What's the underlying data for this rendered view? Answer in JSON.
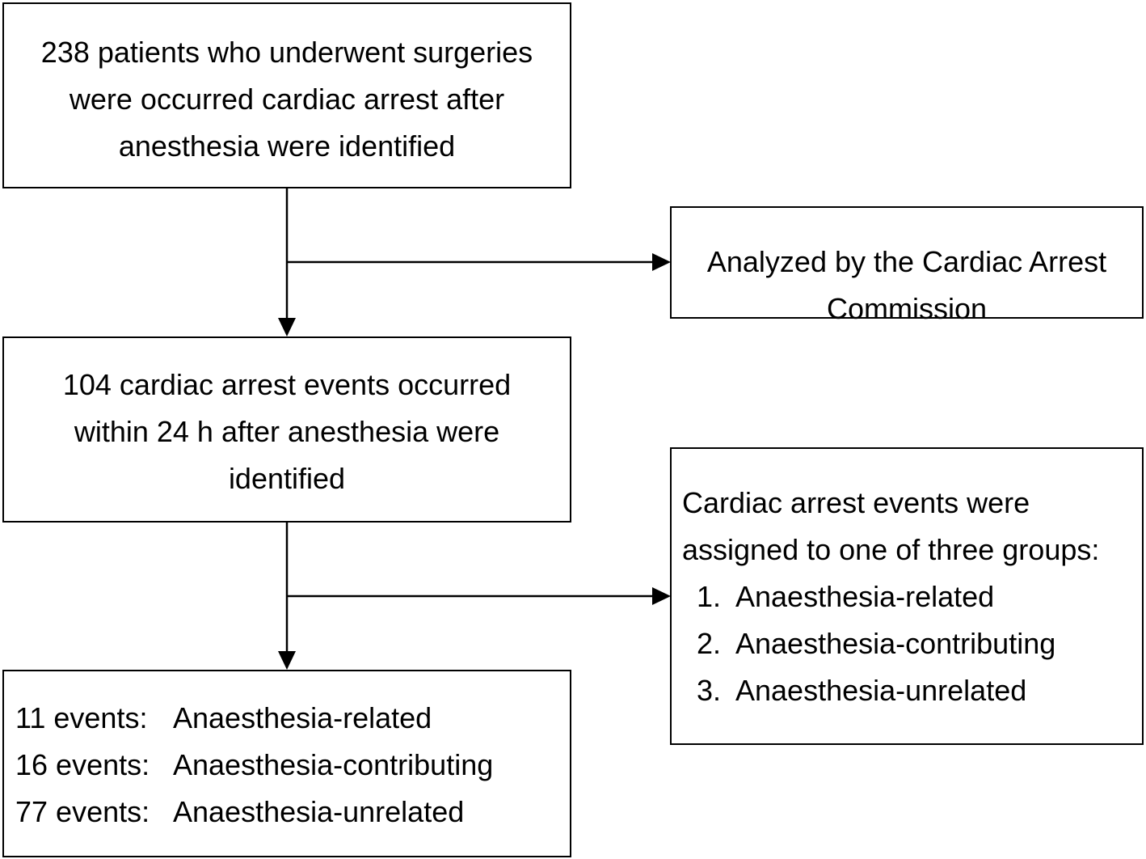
{
  "boxes": {
    "identified": {
      "lines": [
        "238 patients who underwent surgeries",
        "were occurred cardiac arrest after",
        "anesthesia were identified"
      ]
    },
    "commission": {
      "lines": [
        "Analyzed by the Cardiac Arrest",
        "Commission"
      ]
    },
    "events_24h": {
      "lines": [
        "104 cardiac arrest events occurred",
        "within 24 h after anesthesia were",
        "identified"
      ]
    },
    "groups": {
      "intro": [
        "Cardiac arrest events were",
        "assigned to one of three groups:"
      ],
      "items": [
        {
          "num": "1.",
          "label": "Anaesthesia-related"
        },
        {
          "num": "2.",
          "label": "Anaesthesia-contributing"
        },
        {
          "num": "3.",
          "label": "Anaesthesia-unrelated"
        }
      ]
    },
    "results": {
      "rows": [
        {
          "count": "11 events:",
          "label": "Anaesthesia-related"
        },
        {
          "count": "16 events:",
          "label": "Anaesthesia-contributing"
        },
        {
          "count": "77 events:",
          "label": "Anaesthesia-unrelated"
        }
      ]
    }
  },
  "colors": {
    "stroke": "#000000",
    "background": "#ffffff"
  }
}
